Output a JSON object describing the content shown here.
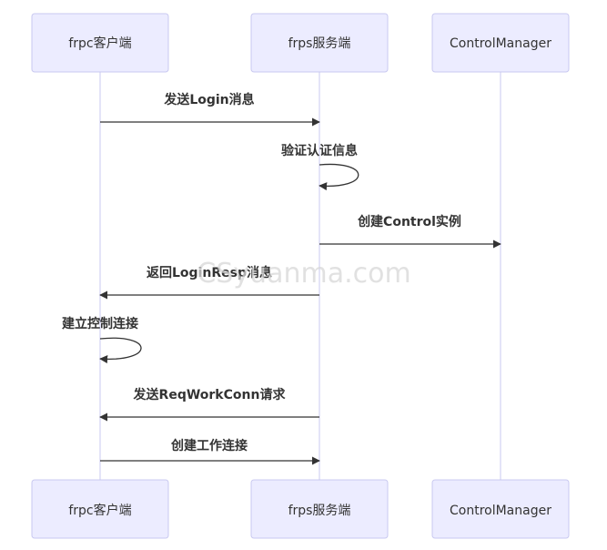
{
  "participants": [
    {
      "id": "client",
      "label": "frpc客户端"
    },
    {
      "id": "server",
      "label": "frps服务端"
    },
    {
      "id": "manager",
      "label": "ControlManager"
    }
  ],
  "messages": [
    {
      "from": "client",
      "to": "server",
      "label": "发送Login消息"
    },
    {
      "from": "server",
      "to": "server",
      "label": "验证认证信息"
    },
    {
      "from": "server",
      "to": "manager",
      "label": "创建Control实例"
    },
    {
      "from": "server",
      "to": "client",
      "label": "返回LoginResp消息"
    },
    {
      "from": "client",
      "to": "client",
      "label": "建立控制连接"
    },
    {
      "from": "server",
      "to": "client",
      "label": "发送ReqWorkConn请求"
    },
    {
      "from": "client",
      "to": "server",
      "label": "创建工作连接"
    }
  ],
  "watermark": "CSyuanma.com",
  "colors": {
    "actor_fill": "#ececff",
    "actor_border": "#c9c9f0",
    "line": "#333333",
    "lifeline": "#c9c9f0"
  }
}
